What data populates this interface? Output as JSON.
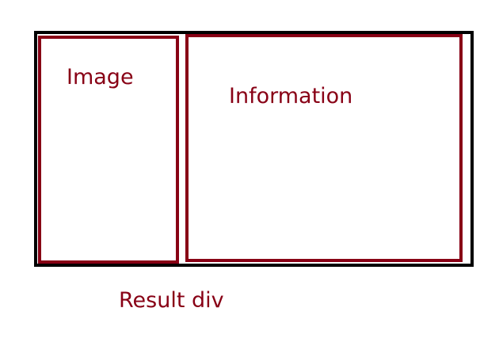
{
  "diagram": {
    "image_label": "Image",
    "information_label": "Information",
    "result_label": "Result div"
  },
  "colors": {
    "outer_border": "#000000",
    "inner_border": "#880015",
    "text": "#880015",
    "background": "#ffffff"
  }
}
